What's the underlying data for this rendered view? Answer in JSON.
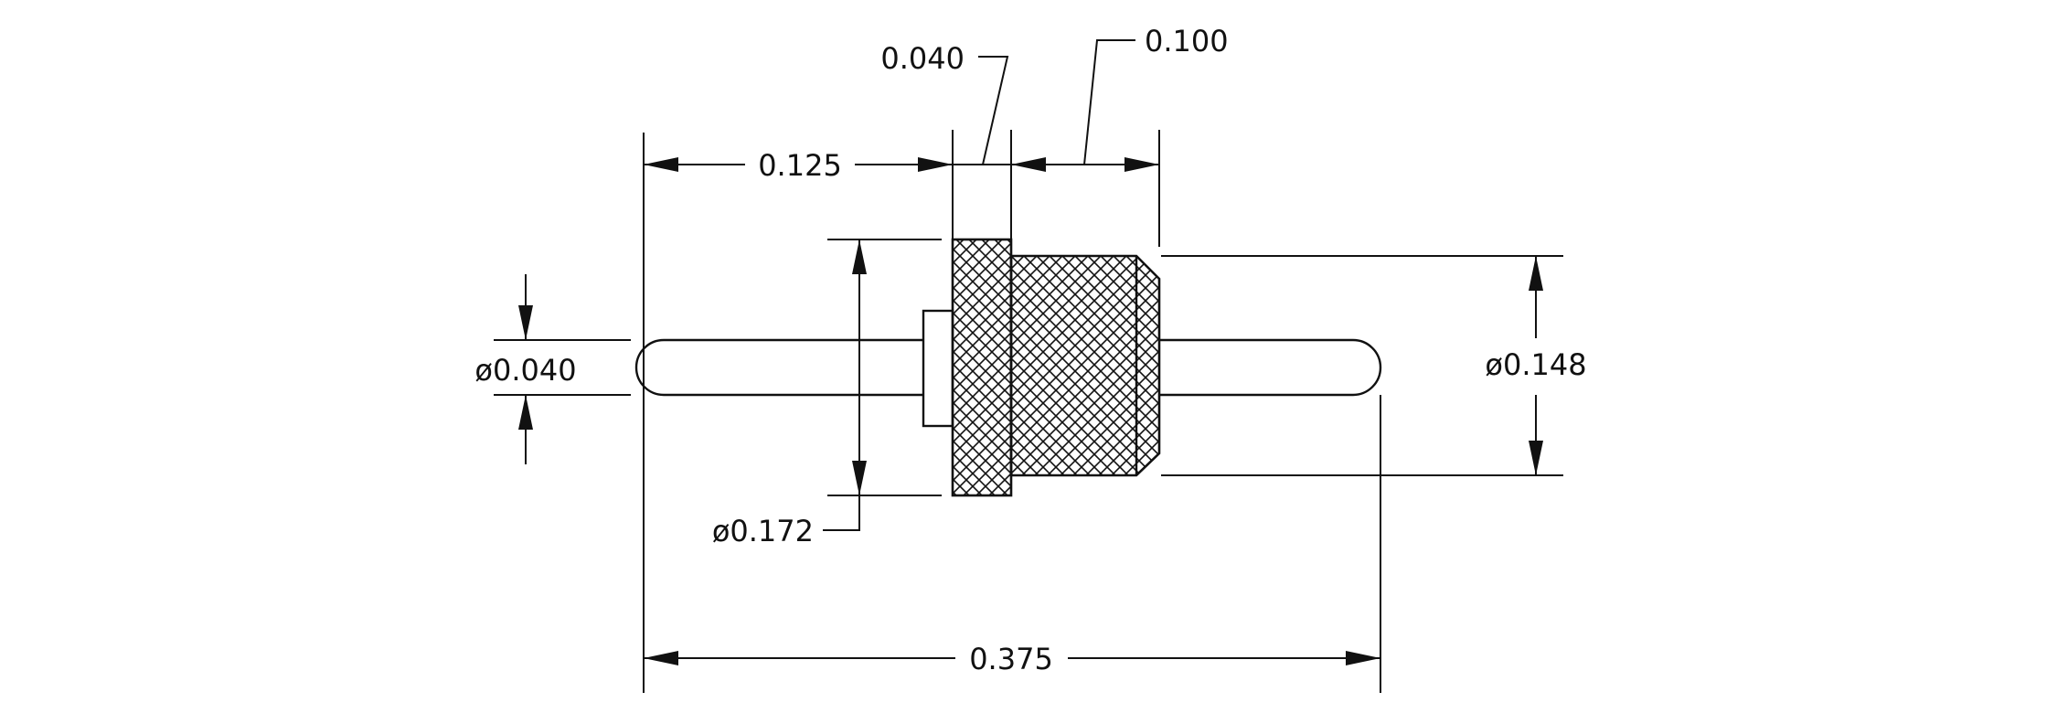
{
  "drawing": {
    "units_note": "",
    "dimensions": {
      "overall_length": "0.375",
      "left_pin_length": "0.125",
      "flange_width": "0.040",
      "knurl_length": "0.100",
      "pin_diameter": "ø0.040",
      "flange_diameter": "ø0.172",
      "knurl_diameter": "ø0.148"
    },
    "colors": {
      "ink": "#111111",
      "paper": "#ffffff"
    }
  }
}
